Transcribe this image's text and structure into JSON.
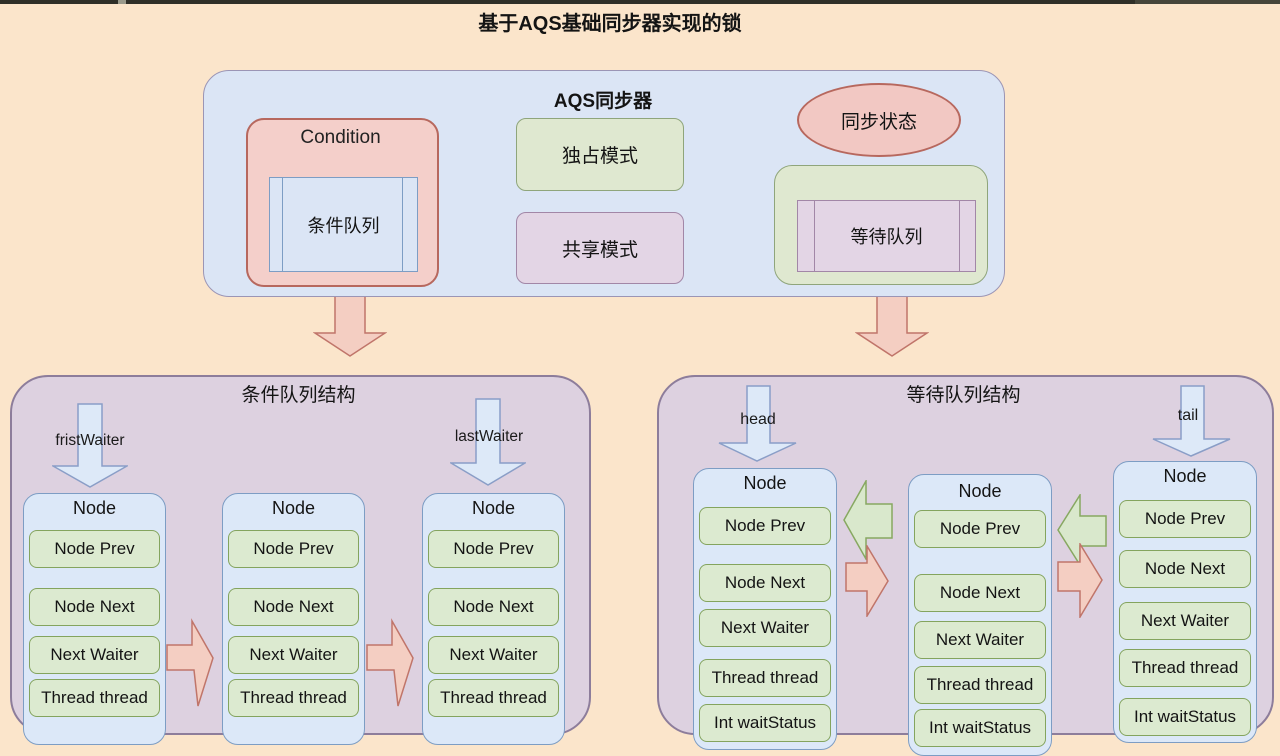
{
  "page": {
    "title": "基于AQS基础同步器实现的锁"
  },
  "aqs": {
    "title": "AQS同步器",
    "condition_label": "Condition",
    "condition_queue": "条件队列",
    "exclusive_mode": "独占模式",
    "shared_mode": "共享模式",
    "sync_state": "同步状态",
    "wait_queue": "等待队列"
  },
  "cond_struct": {
    "title": "条件队列结构",
    "first_pointer": "fristWaiter",
    "last_pointer": "lastWaiter",
    "nodes": [
      {
        "title": "Node",
        "fields": [
          "Node Prev",
          "Node Next",
          "Next Waiter",
          "Thread thread"
        ]
      },
      {
        "title": "Node",
        "fields": [
          "Node Prev",
          "Node Next",
          "Next Waiter",
          "Thread thread"
        ]
      },
      {
        "title": "Node",
        "fields": [
          "Node Prev",
          "Node Next",
          "Next Waiter",
          "Thread thread"
        ]
      }
    ]
  },
  "wait_struct": {
    "title": "等待队列结构",
    "head_pointer": "head",
    "tail_pointer": "tail",
    "nodes": [
      {
        "title": "Node",
        "fields": [
          "Node Prev",
          "Node Next",
          "Next Waiter",
          "Thread thread",
          "Int waitStatus"
        ]
      },
      {
        "title": "Node",
        "fields": [
          "Node Prev",
          "Node Next",
          "Next Waiter",
          "Thread thread",
          "Int waitStatus"
        ]
      },
      {
        "title": "Node",
        "fields": [
          "Node Prev",
          "Node Next",
          "Next Waiter",
          "Thread thread",
          "Int waitStatus"
        ]
      }
    ]
  },
  "colors": {
    "background": "#fbe5cb",
    "blue_fill": "#dbe5f5",
    "pink_fill": "#f4cfca",
    "pink_border": "#b7685e",
    "green_fill": "#dfe8d0",
    "green_border": "#84a45e",
    "purple_fill": "#e3d5e5",
    "purple_border": "#a287a7",
    "lower_box_fill": "#ddd1e0",
    "lower_box_border": "#8d7d9b",
    "node_col_fill": "#dce8f8",
    "node_col_border": "#7d9dc4",
    "arrow_pink": "#f4cec2",
    "arrow_blue": "#dde9f8",
    "arrow_green": "#d9e8cc"
  }
}
